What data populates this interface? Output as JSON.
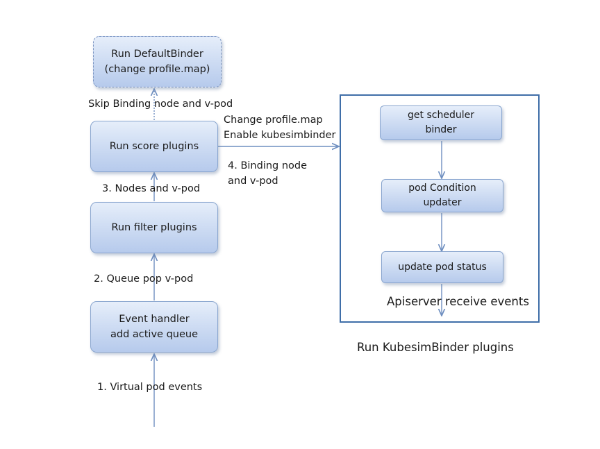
{
  "boxes": {
    "default_binder": "Run DefaultBinder\n(change profile.map)",
    "score_plugins": "Run score plugins",
    "filter_plugins": "Run filter plugins",
    "event_handler": "Event handler\nadd active queue",
    "get_binder": "get scheduler\nbinder",
    "pod_condition": "pod Condition\nupdater",
    "update_status": "update pod status"
  },
  "labels": {
    "skip_binding": "Skip Binding node and v-pod",
    "change_profile": "Change profile.map\nEnable kubesimbinder",
    "binding_node": "4. Binding node\nand v-pod",
    "nodes_vpod": "3. Nodes  and v-pod",
    "queue_pop": "2. Queue pop  v-pod",
    "virtual_events": "1. Virtual  pod events",
    "apiserver_events": "Apiserver receive events",
    "kubesim_caption": "Run KubesimBinder plugins"
  },
  "colors": {
    "box_fill": "#cbdaf2",
    "box_border": "#8aa6cf",
    "arrow": "#6f8fc0",
    "frame": "#3f6ea8"
  }
}
